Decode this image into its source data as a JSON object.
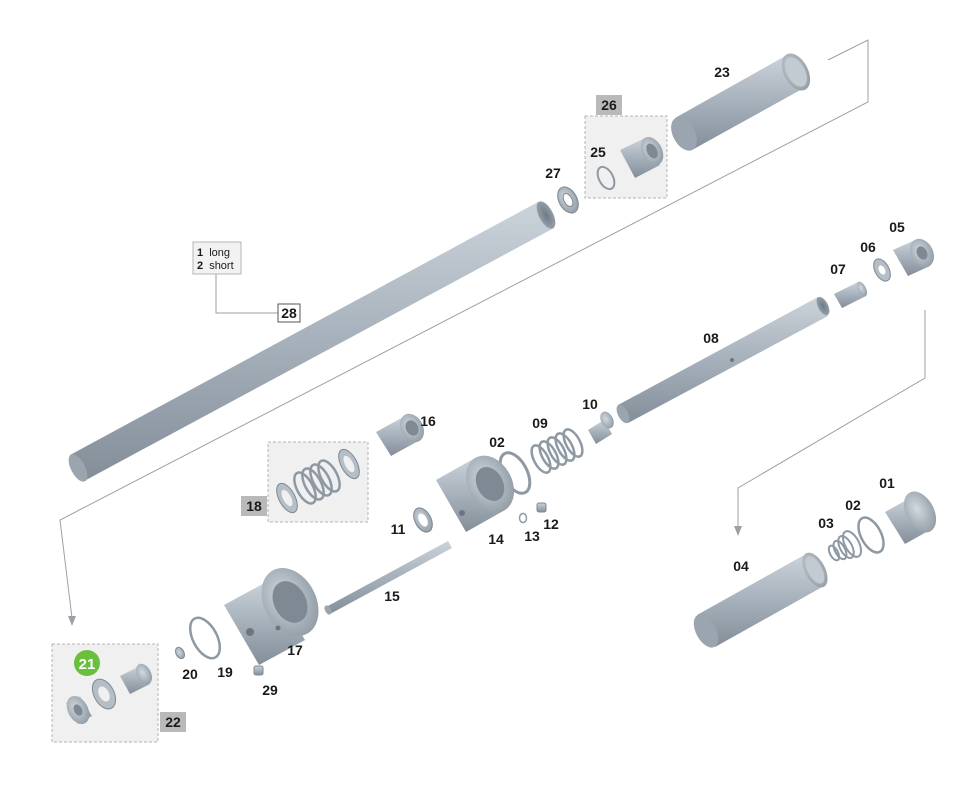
{
  "colors": {
    "part_body": "#aab4be",
    "part_light": "#c7d0d8",
    "part_dark": "#7e8993",
    "part_shadow": "#6b7681",
    "leader_line": "#9aa0a6",
    "group_box_fill": "#f0f0f0",
    "group_box_border": "#b5b5b5",
    "tag_fill": "#b9b9b9",
    "highlight": "#6abf3f"
  },
  "labels": {
    "p01": "01",
    "p02a": "02",
    "p02b": "02",
    "p03": "03",
    "p04": "04",
    "p05": "05",
    "p06": "06",
    "p07": "07",
    "p08": "08",
    "p09": "09",
    "p10": "10",
    "p11": "11",
    "p12": "12",
    "p13": "13",
    "p14": "14",
    "p15": "15",
    "p16": "16",
    "p17": "17",
    "p19": "19",
    "p20": "20",
    "p23": "23",
    "p25": "25",
    "p27": "27",
    "p29": "29"
  },
  "group_tags": {
    "g18": "18",
    "g22": "22",
    "g26": "26",
    "g28": "28"
  },
  "highlight_badge": "21",
  "legend": {
    "line1_num": "1",
    "line1_text": "long",
    "line2_num": "2",
    "line2_text": "short"
  }
}
